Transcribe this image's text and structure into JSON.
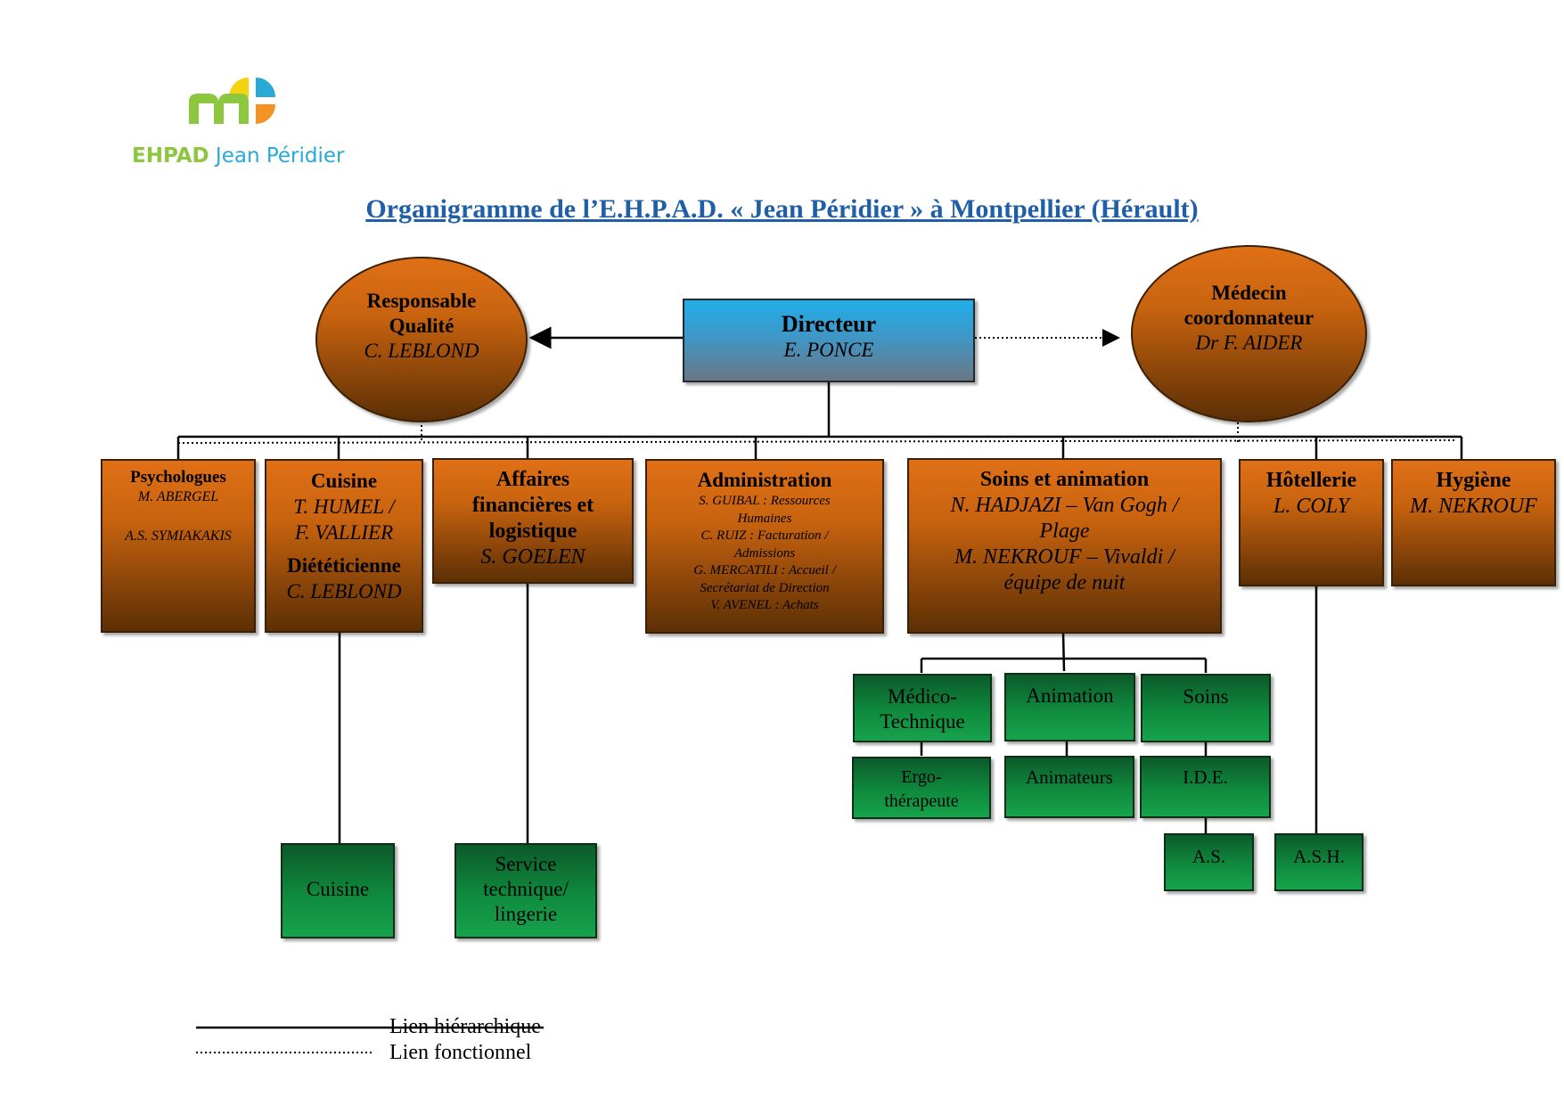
{
  "logo": {
    "brand": "EHPAD",
    "name": "Jean Péridier"
  },
  "title": "Organigramme de l’E.H.P.A.D. « Jean Péridier » à Montpellier (Hérault)",
  "directeur": {
    "label": "Directeur",
    "name": "E. PONCE"
  },
  "responsable_qualite": {
    "label_line1": "Responsable",
    "label_line2": "Qualité",
    "name": "C. LEBLOND"
  },
  "medecin": {
    "label_line1": "Médecin",
    "label_line2": "coordonnateur",
    "name": "Dr F. AIDER"
  },
  "services": {
    "psychologues": {
      "label": "Psychologues",
      "names": [
        "M. ABERGEL",
        "A.S. SYMIAKAKIS"
      ]
    },
    "cuisine": {
      "label": "Cuisine",
      "names": [
        "T. HUMEL /",
        "F. VALLIER"
      ],
      "sub_label": "Diététicienne",
      "sub_name": "C. LEBLOND"
    },
    "affaires": {
      "label_lines": [
        "Affaires",
        "financières et",
        "logistique"
      ],
      "name": "S. GOELEN"
    },
    "administration": {
      "label": "Administration",
      "lines": [
        "S. GUIBAL : Ressources",
        "Humaines",
        "C. RUIZ : Facturation /",
        "Admissions",
        "G. MERCATILI : Accueil /",
        "Secrétariat de Direction",
        "V. AVENEL : Achats"
      ]
    },
    "soins": {
      "label": "Soins et animation",
      "lines": [
        "N. HADJAZI – Van Gogh /",
        "Plage",
        "M. NEKROUF – Vivaldi /",
        "équipe de nuit"
      ]
    },
    "hotellerie": {
      "label": "Hôtellerie",
      "name": "L. COLY"
    },
    "hygiene": {
      "label": "Hygiène",
      "name": "M. NEKROUF"
    }
  },
  "teams": {
    "medico_technique": [
      "Médico-",
      "Technique"
    ],
    "animation": "Animation",
    "soins": "Soins",
    "ergo": [
      "Ergo-",
      "thérapeute"
    ],
    "animateurs": "Animateurs",
    "ide": "I.D.E.",
    "as": "A.S.",
    "ash": "A.S.H.",
    "cuisine": "Cuisine",
    "service_technique": [
      "Service",
      "technique/",
      "lingerie"
    ]
  },
  "legend": {
    "hierarchique": "Lien hiérarchique",
    "fonctionnel": "Lien fonctionnel"
  },
  "colors": {
    "title": "#1f5fa8",
    "orange": "#e07016",
    "green": "#0f8a3e",
    "director": "#1faeea",
    "logo_green": "#8dc63f",
    "logo_blue": "#29a9d5",
    "logo_yellow": "#f5d40f",
    "logo_orange": "#f39323"
  }
}
